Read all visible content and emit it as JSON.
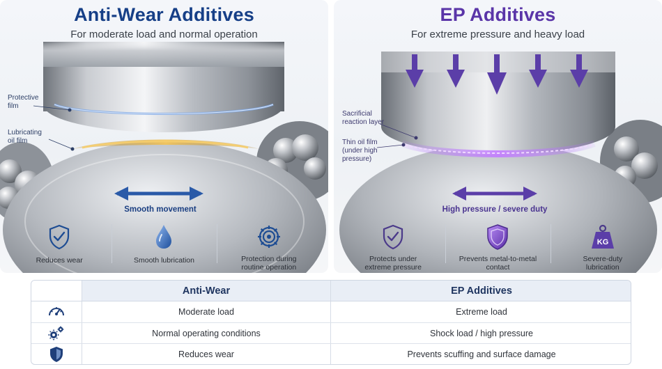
{
  "anti_wear": {
    "title": "Anti-Wear Additives",
    "subtitle": "For moderate load and normal operation",
    "callouts": {
      "protective_film": [
        "Protective",
        "film"
      ],
      "lubricating_oil_film": [
        "Lubricating",
        "oil film"
      ]
    },
    "movement_label": "Smooth movement",
    "features": [
      {
        "icon": "shield-check-icon",
        "label": [
          "Reduces wear"
        ]
      },
      {
        "icon": "oil-drop-icon",
        "label": [
          "Smooth lubrication"
        ]
      },
      {
        "icon": "gear-icon",
        "label": [
          "Protection during",
          "routine operation"
        ]
      }
    ]
  },
  "ep": {
    "title": "EP Additives",
    "subtitle": "For extreme pressure and heavy load",
    "callouts": {
      "sacrificial_reaction_layer": [
        "Sacrificial",
        "reaction layer"
      ],
      "thin_oil_film": [
        "Thin oil film",
        "(under high",
        "pressure)"
      ]
    },
    "movement_label": "High pressure / severe duty",
    "features": [
      {
        "icon": "shield-check-icon",
        "label": [
          "Protects under",
          "extreme pressure"
        ]
      },
      {
        "icon": "shield-purple-icon",
        "label": [
          "Prevents metal-to-metal",
          "contact"
        ]
      },
      {
        "icon": "kg-weight-icon",
        "label": [
          "Severe-duty",
          "lubrication"
        ]
      }
    ],
    "weight_text": "KG"
  },
  "colors": {
    "anti_wear_accent": "#163f87",
    "ep_accent": "#5a35a8",
    "oil_gold": "#d9a63a",
    "ep_glow": "#9b4dff"
  },
  "table": {
    "headers": [
      "Anti-Wear",
      "EP Additives"
    ],
    "rows": [
      {
        "icon": "gauge-icon",
        "anti_wear": "Moderate load",
        "ep": "Extreme load"
      },
      {
        "icon": "gears-icon",
        "anti_wear": "Normal operating conditions",
        "ep": "Shock load / high pressure"
      },
      {
        "icon": "shield-icon",
        "anti_wear": "Reduces wear",
        "ep": "Prevents scuffing and surface damage"
      }
    ]
  }
}
